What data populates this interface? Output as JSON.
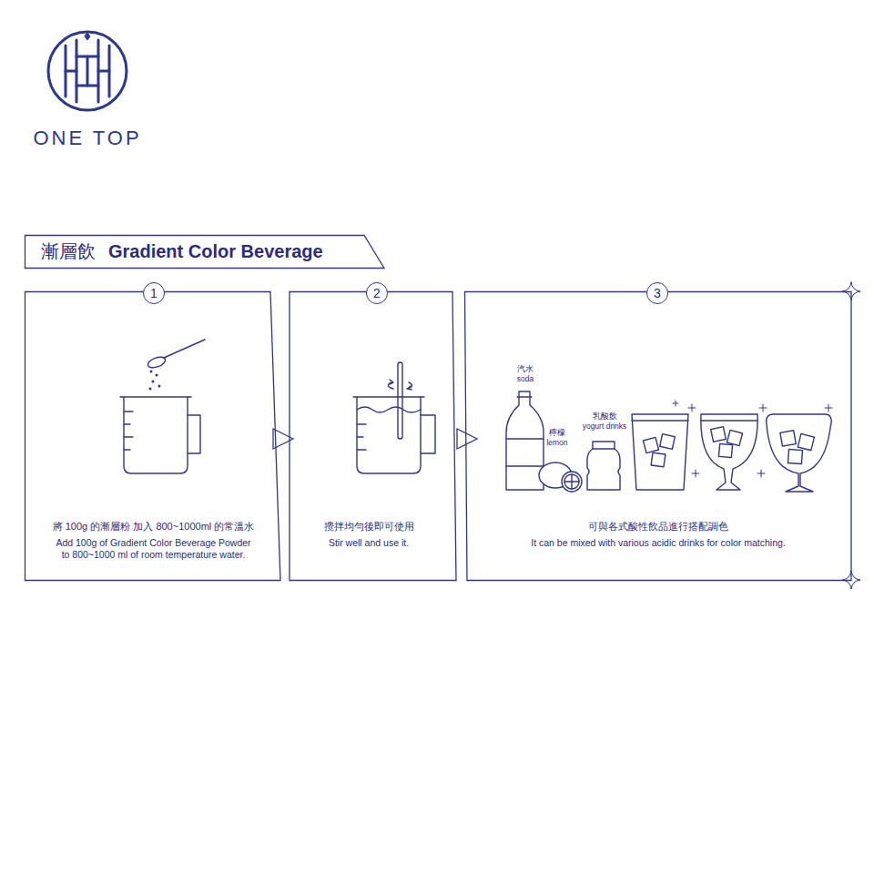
{
  "diagram": {
    "nodes": [
      {
        "text": [
          "漸層飲",
          "Gradient Color Beverage"
        ]
      },
      {
        "text": [
          "將 100g 的漸層粉 加入 800~1000ml 的常溫水",
          "Add 100g of Gradient Color Beverage Powder to 800~1000 ml of room temperature water."
        ]
      },
      {
        "text": [
          "1"
        ],
        "in": 1
      },
      {
        "text": [
          "攪拌均勻後即可使用",
          "Stir well and use it."
        ]
      },
      {
        "text": [
          "2"
        ],
        "in": 3
      },
      {
        "text": [
          "可與各式酸性飲品進行搭配調色",
          "It can be mixed with various acidic drinks for color matching."
        ]
      },
      {
        "text": [
          "3"
        ],
        "in": 5
      }
    ],
    "edges": [
      {
        "from": 1,
        "to": 3,
        "arrow": "to"
      },
      {
        "from": 3,
        "to": 5,
        "arrow": "to"
      }
    ],
    "labels": [
      "ONE TOP",
      "汽水",
      "soda",
      "檸檬",
      "lemon",
      "乳酸飲",
      "yogurt drinks"
    ]
  }
}
